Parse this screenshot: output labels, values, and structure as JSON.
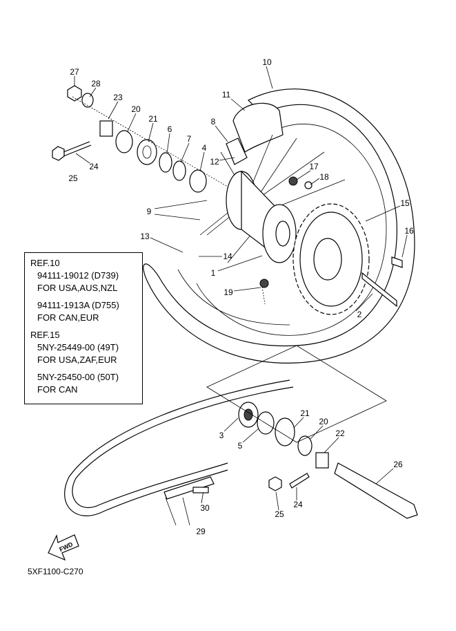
{
  "callouts": {
    "c27": "27",
    "c28": "28",
    "c23": "23",
    "c20a": "20",
    "c21a": "21",
    "c6": "6",
    "c7": "7",
    "c4": "4",
    "c24a": "24",
    "c25a": "25",
    "c10": "10",
    "c11": "11",
    "c8": "8",
    "c12": "12",
    "c17": "17",
    "c18": "18",
    "c15": "15",
    "c16": "16",
    "c9": "9",
    "c13": "13",
    "c14": "14",
    "c1": "1",
    "c19": "19",
    "c2": "2",
    "c3": "3",
    "c5": "5",
    "c21b": "21",
    "c20b": "20",
    "c22": "22",
    "c26": "26",
    "c24b": "24",
    "c25b": "25",
    "c30": "30",
    "c29": "29"
  },
  "reference_box": {
    "ref10_title": "REF.10",
    "ref10_line1": "94111-19012 (D739)",
    "ref10_line2": "FOR USA,AUS,NZL",
    "ref10_line3": "94111-1913A (D755)",
    "ref10_line4": "FOR CAN,EUR",
    "ref15_title": "REF.15",
    "ref15_line1": "5NY-25449-00 (49T)",
    "ref15_line2": "FOR USA,ZAF,EUR",
    "ref15_line3": "5NY-25450-00 (50T)",
    "ref15_line4": "FOR CAN"
  },
  "fwd_arrow_text": "FWD",
  "diagram_code": "5XF1100-C270"
}
